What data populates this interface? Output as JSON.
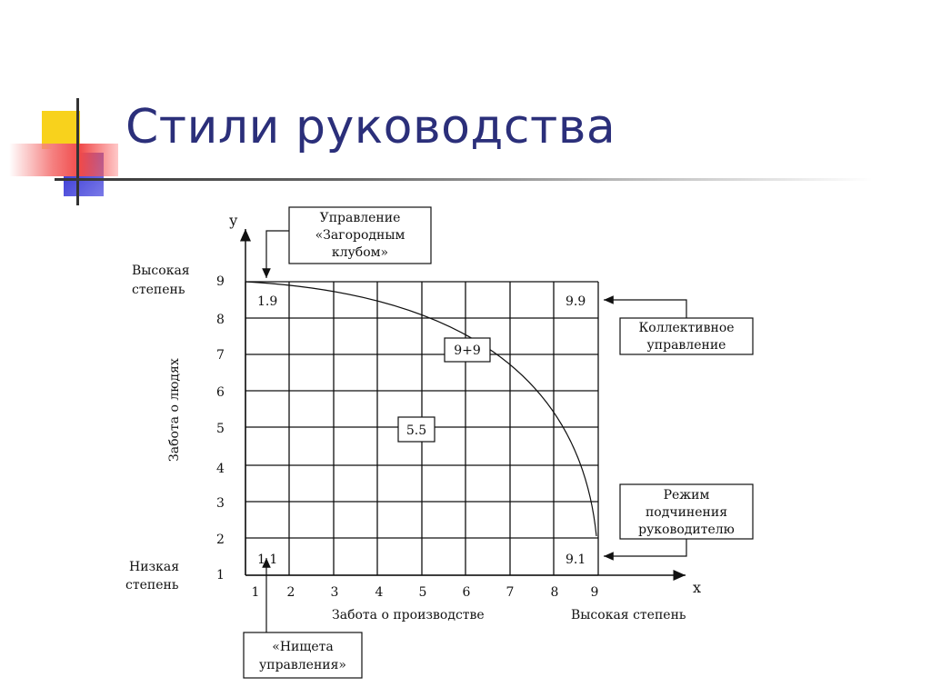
{
  "title": "Стили руководства",
  "colors": {
    "title": "#2b2f7a",
    "deco_yellow": "#f8d21c",
    "deco_red": "#f04a4a",
    "deco_blue": "#3a3ad8"
  },
  "diagram": {
    "y_axis_label": "у",
    "x_axis_label": "х",
    "y_axis_title": "Забота о людях",
    "x_axis_title": "Забота о производстве",
    "y_high_line1": "Высокая",
    "y_high_line2": "степень",
    "y_low_line1": "Низкая",
    "y_low_line2": "степень",
    "x_high": "Высокая степень",
    "y_ticks": [
      "1",
      "2",
      "3",
      "4",
      "5",
      "6",
      "7",
      "8",
      "9"
    ],
    "x_ticks": [
      "1",
      "2",
      "3",
      "4",
      "5",
      "6",
      "7",
      "8",
      "9"
    ],
    "cells": {
      "c19": "1.9",
      "c99": "9.9",
      "c11": "1.1",
      "c91": "9.1"
    },
    "box_99plus": "9+9",
    "box_55": "5.5",
    "callout_club": [
      "Управление",
      "«Загородным",
      "клубом»"
    ],
    "callout_team": [
      "Коллективное",
      "управление"
    ],
    "callout_authority": [
      "Режим",
      "подчинения",
      "руководителю"
    ],
    "callout_poverty": [
      "«Нищета",
      "управления»"
    ]
  }
}
